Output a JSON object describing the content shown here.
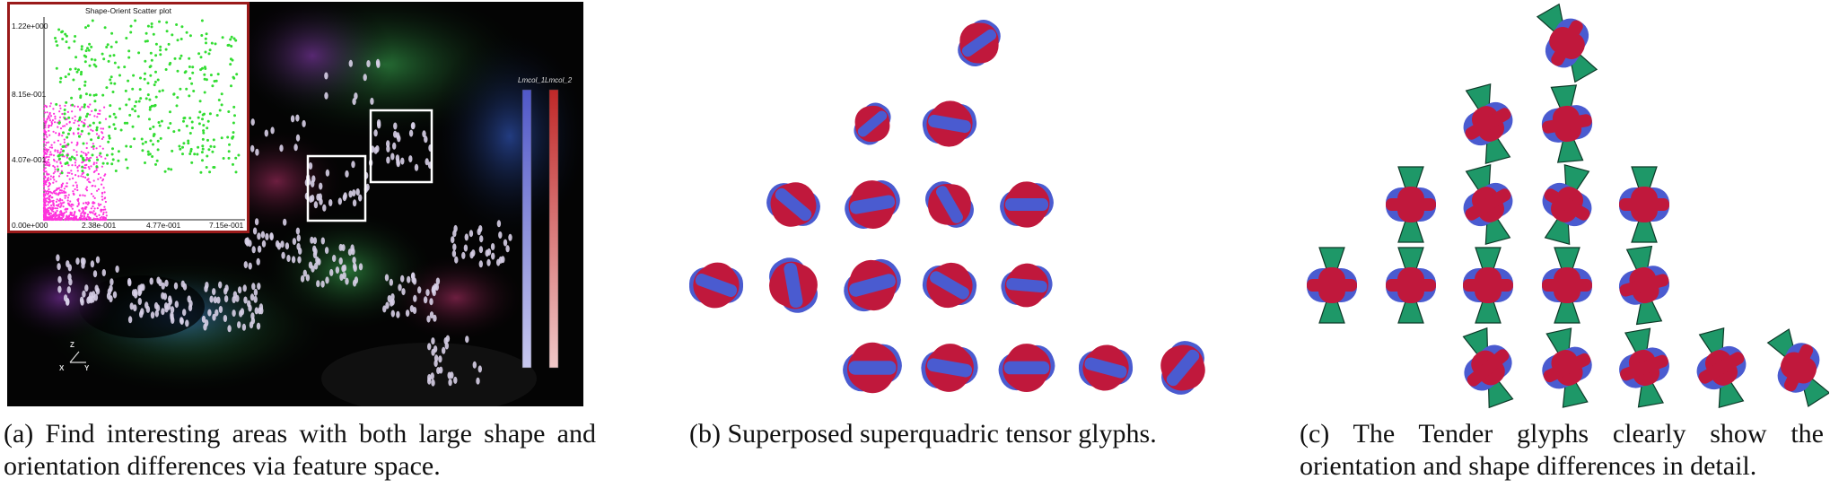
{
  "panel_a": {
    "inset_title": "Shape-Orient Scatter plot",
    "y_ticks": [
      "1.22e+000",
      "8.15e-001",
      "4.07e-001"
    ],
    "x_ticks": [
      "0.00e+000",
      "2.38e-001",
      "4.77e-001",
      "7.15e-001"
    ],
    "colorbar_labels": [
      "Lmcol_1",
      "Lmcol_2"
    ],
    "axis_labels": [
      "X",
      "Y",
      "Z"
    ],
    "colors": {
      "scatter_green": "#33dd33",
      "scatter_magenta": "#ff33dd",
      "inset_border": "#9a1a1a"
    }
  },
  "captions": {
    "a": "(a) Find interesting areas with both large shape and orientation differences via feature space.",
    "b": "(b) Superposed superquadric tensor glyphs.",
    "c": "(c) The Tender glyphs clearly show the orientation and shape differences in detail."
  },
  "glyph_colors": {
    "red": "#c0183c",
    "blue": "#4a5bd0",
    "green": "#1e9868"
  }
}
